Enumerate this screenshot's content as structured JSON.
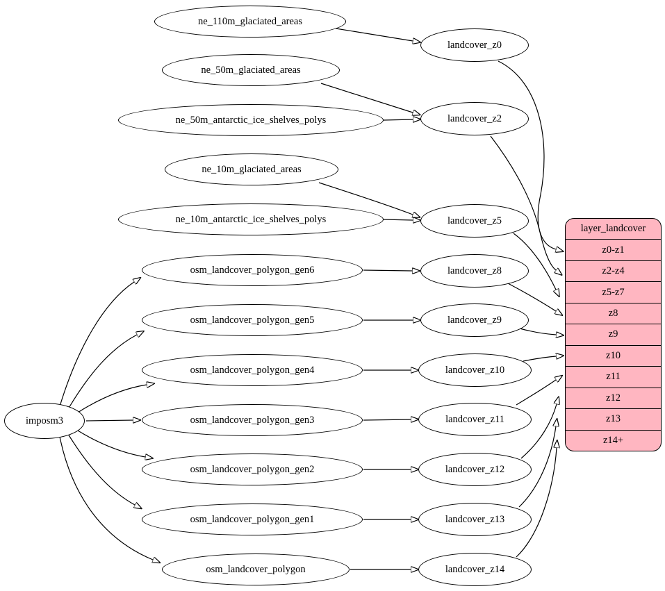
{
  "diagram": {
    "type": "graphviz-digraph",
    "background": "#ffffff",
    "edge_color": "#000000",
    "node_style": {
      "fill": "#ffffff",
      "stroke": "#000000",
      "text_color": "#000000"
    },
    "nodes": {
      "imposm3": "imposm3",
      "ne_110m_glaciated_areas": "ne_110m_glaciated_areas",
      "ne_50m_glaciated_areas": "ne_50m_glaciated_areas",
      "ne_50m_antarctic_ice_shelves_polys": "ne_50m_antarctic_ice_shelves_polys",
      "ne_10m_glaciated_areas": "ne_10m_glaciated_areas",
      "ne_10m_antarctic_ice_shelves_polys": "ne_10m_antarctic_ice_shelves_polys",
      "osm_landcover_polygon_gen6": "osm_landcover_polygon_gen6",
      "osm_landcover_polygon_gen5": "osm_landcover_polygon_gen5",
      "osm_landcover_polygon_gen4": "osm_landcover_polygon_gen4",
      "osm_landcover_polygon_gen3": "osm_landcover_polygon_gen3",
      "osm_landcover_polygon_gen2": "osm_landcover_polygon_gen2",
      "osm_landcover_polygon_gen1": "osm_landcover_polygon_gen1",
      "osm_landcover_polygon": "osm_landcover_polygon",
      "landcover_z0": "landcover_z0",
      "landcover_z2": "landcover_z2",
      "landcover_z5": "landcover_z5",
      "landcover_z8": "landcover_z8",
      "landcover_z9": "landcover_z9",
      "landcover_z10": "landcover_z10",
      "landcover_z11": "landcover_z11",
      "landcover_z12": "landcover_z12",
      "landcover_z13": "landcover_z13",
      "landcover_z14": "landcover_z14"
    },
    "record": {
      "title": "layer_landcover",
      "fill": "#ffb6c1",
      "rows": [
        "z0-z1",
        "z2-z4",
        "z5-z7",
        "z8",
        "z9",
        "z10",
        "z11",
        "z12",
        "z13",
        "z14+"
      ]
    },
    "edges": [
      {
        "from": "ne_110m_glaciated_areas",
        "to": "landcover_z0"
      },
      {
        "from": "ne_50m_glaciated_areas",
        "to": "landcover_z2"
      },
      {
        "from": "ne_50m_antarctic_ice_shelves_polys",
        "to": "landcover_z2"
      },
      {
        "from": "ne_10m_glaciated_areas",
        "to": "landcover_z5"
      },
      {
        "from": "ne_10m_antarctic_ice_shelves_polys",
        "to": "landcover_z5"
      },
      {
        "from": "osm_landcover_polygon_gen6",
        "to": "landcover_z8"
      },
      {
        "from": "osm_landcover_polygon_gen5",
        "to": "landcover_z9"
      },
      {
        "from": "osm_landcover_polygon_gen4",
        "to": "landcover_z10"
      },
      {
        "from": "osm_landcover_polygon_gen3",
        "to": "landcover_z11"
      },
      {
        "from": "osm_landcover_polygon_gen2",
        "to": "landcover_z12"
      },
      {
        "from": "osm_landcover_polygon_gen1",
        "to": "landcover_z13"
      },
      {
        "from": "osm_landcover_polygon",
        "to": "landcover_z14"
      },
      {
        "from": "imposm3",
        "to": "osm_landcover_polygon_gen6"
      },
      {
        "from": "imposm3",
        "to": "osm_landcover_polygon_gen5"
      },
      {
        "from": "imposm3",
        "to": "osm_landcover_polygon_gen4"
      },
      {
        "from": "imposm3",
        "to": "osm_landcover_polygon_gen3"
      },
      {
        "from": "imposm3",
        "to": "osm_landcover_polygon_gen2"
      },
      {
        "from": "imposm3",
        "to": "osm_landcover_polygon_gen1"
      },
      {
        "from": "imposm3",
        "to": "osm_landcover_polygon"
      },
      {
        "from": "landcover_z0",
        "to": "layer_landcover:z0-z1"
      },
      {
        "from": "landcover_z2",
        "to": "layer_landcover:z2-z4"
      },
      {
        "from": "landcover_z5",
        "to": "layer_landcover:z5-z7"
      },
      {
        "from": "landcover_z8",
        "to": "layer_landcover:z8"
      },
      {
        "from": "landcover_z9",
        "to": "layer_landcover:z9"
      },
      {
        "from": "landcover_z10",
        "to": "layer_landcover:z10"
      },
      {
        "from": "landcover_z11",
        "to": "layer_landcover:z11"
      },
      {
        "from": "landcover_z12",
        "to": "layer_landcover:z12"
      },
      {
        "from": "landcover_z13",
        "to": "layer_landcover:z13"
      },
      {
        "from": "landcover_z14",
        "to": "layer_landcover:z14+"
      }
    ]
  }
}
